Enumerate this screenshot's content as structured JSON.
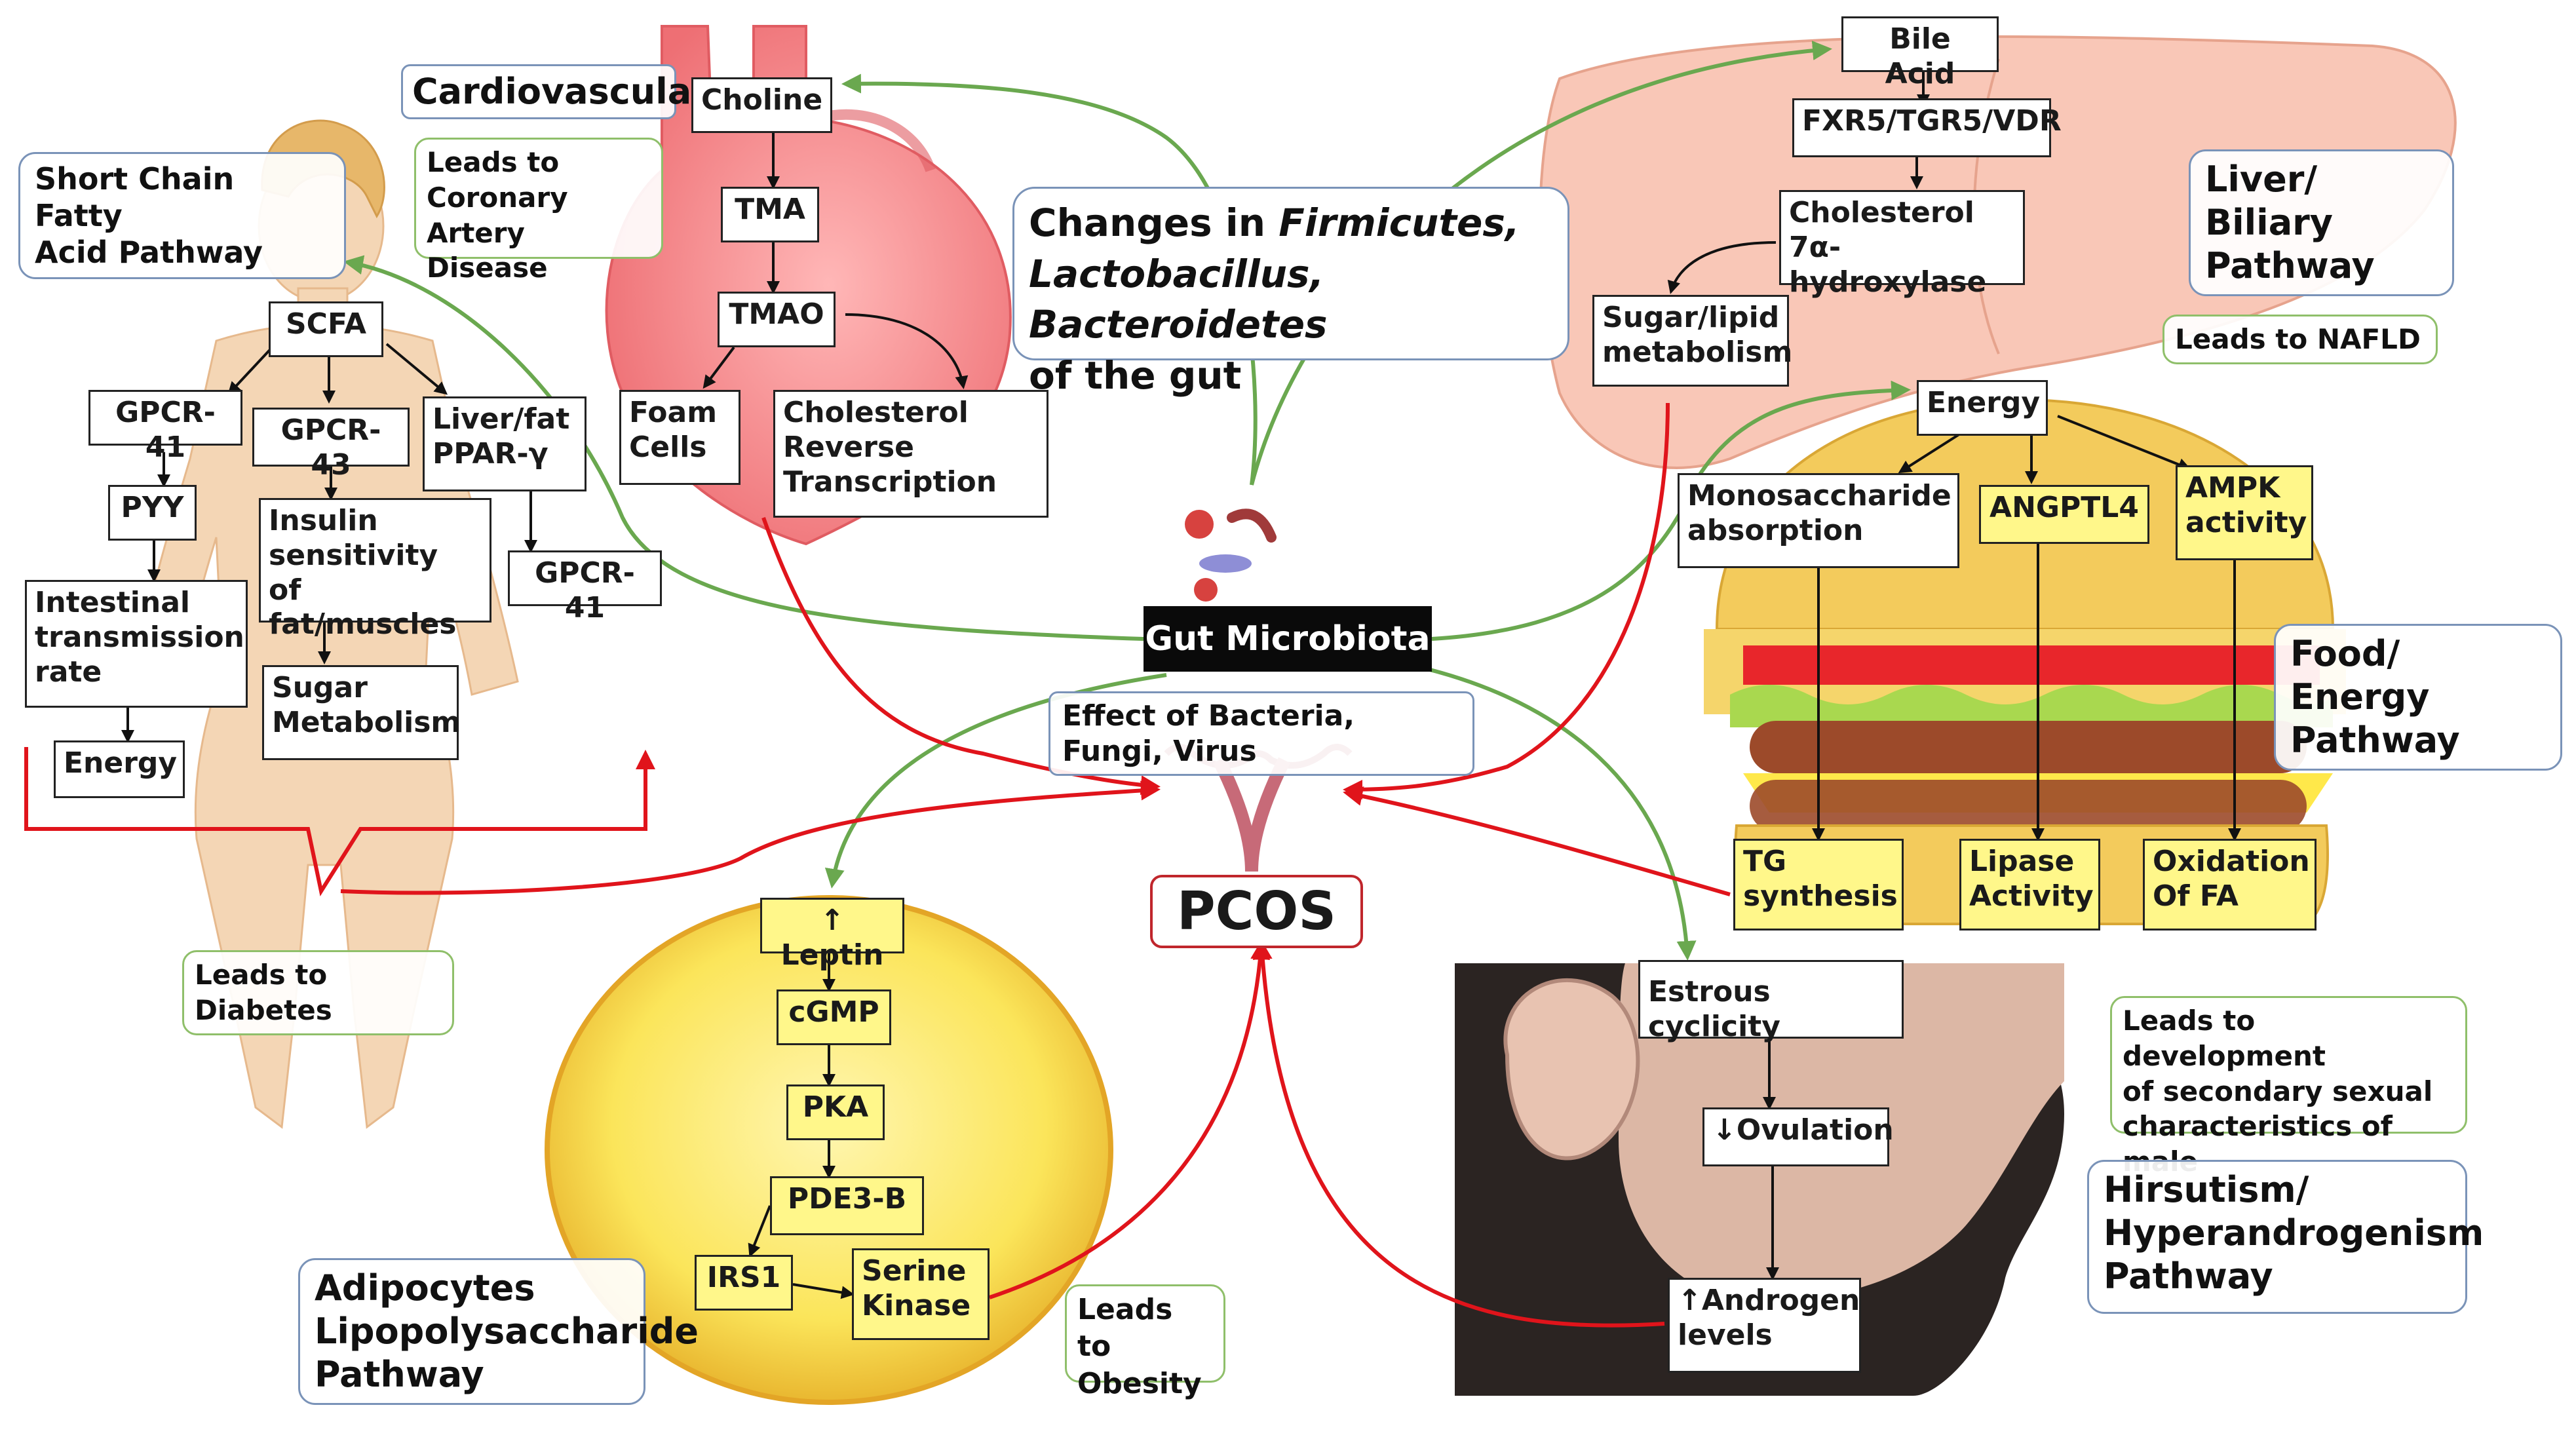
{
  "center": {
    "gut_microbiota": "Gut Microbiota",
    "effect": "Effect of Bacteria, Fungi, Virus",
    "pcos": "PCOS",
    "changes": {
      "prefix": "Changes in ",
      "firmicutes": "Firmicutes,",
      "lactobacillus": "Lactobacillus,",
      "bacteroidetes": "Bacteroidetes",
      "suffix": "of the gut"
    }
  },
  "scfa_pathway": {
    "title": "Short Chain Fatty\nAcid Pathway",
    "boxes": {
      "scfa": "SCFA",
      "gpcr41_left": "GPCR-41",
      "gpcr43": "GPCR-43",
      "liver_fat": "Liver/fat\nPPAR-γ",
      "pyy": "PYY",
      "insulin": "Insulin\nsensitivity\nof fat/muscles",
      "gpcr41_right": "GPCR-41",
      "intestinal": "Intestinal\ntransmission\nrate",
      "sugar_metabolism": "Sugar\nMetabolism",
      "energy": "Energy"
    },
    "note": "Leads to Diabetes"
  },
  "cardiovascular": {
    "title": "Cardiovascular",
    "note": "Leads to\nCoronary Artery\nDisease",
    "boxes": {
      "choline": "Choline",
      "tma": "TMA",
      "tmao": "TMAO",
      "foam_cells": "Foam\nCells",
      "cholesterol_reverse": "Cholesterol\nReverse\nTranscription"
    }
  },
  "liver_pathway": {
    "title": "Liver/ Biliary\nPathway",
    "note": "Leads to NAFLD",
    "boxes": {
      "bile_acid": "Bile Acid",
      "fxr": "FXR5/TGR5/VDR",
      "cholesterol": "Cholesterol\n7α-hydroxylase",
      "sugar_lipid": "Sugar/lipid\nmetabolism"
    }
  },
  "food_pathway": {
    "title": "Food/ Energy\nPathway",
    "boxes": {
      "energy": "Energy",
      "monosaccharide": "Monosaccharide\nabsorption",
      "angptl4": "ANGPTL4",
      "ampk": "AMPK\nactivity",
      "tg": "TG\nsynthesis",
      "lipase": "Lipase\nActivity",
      "oxidation": "Oxidation\nOf FA"
    }
  },
  "adipocyte_pathway": {
    "title": "Adipocytes\nLipopolysaccharide\nPathway",
    "note": "Leads to\nObesity",
    "boxes": {
      "leptin": "↑ Leptin",
      "cgmp": "cGMP",
      "pka": "PKA",
      "pde3b": "PDE3-B",
      "irs1": "IRS1",
      "serine": "Serine\nKinase"
    }
  },
  "hirsutism_pathway": {
    "title": "Hirsutism/\nHyperandrogenism\nPathway",
    "note": "Leads to development\nof secondary sexual\ncharacteristics of male",
    "boxes": {
      "estrous": "Estrous cyclicity",
      "ovulation": "↓Ovulation",
      "androgen": "↑Androgen\nlevels"
    }
  },
  "colors": {
    "green_arrow": "#6aa84f",
    "red_arrow": "#e0141b",
    "box_yellow": "#fff78a",
    "label_border": "#7a93b8"
  }
}
